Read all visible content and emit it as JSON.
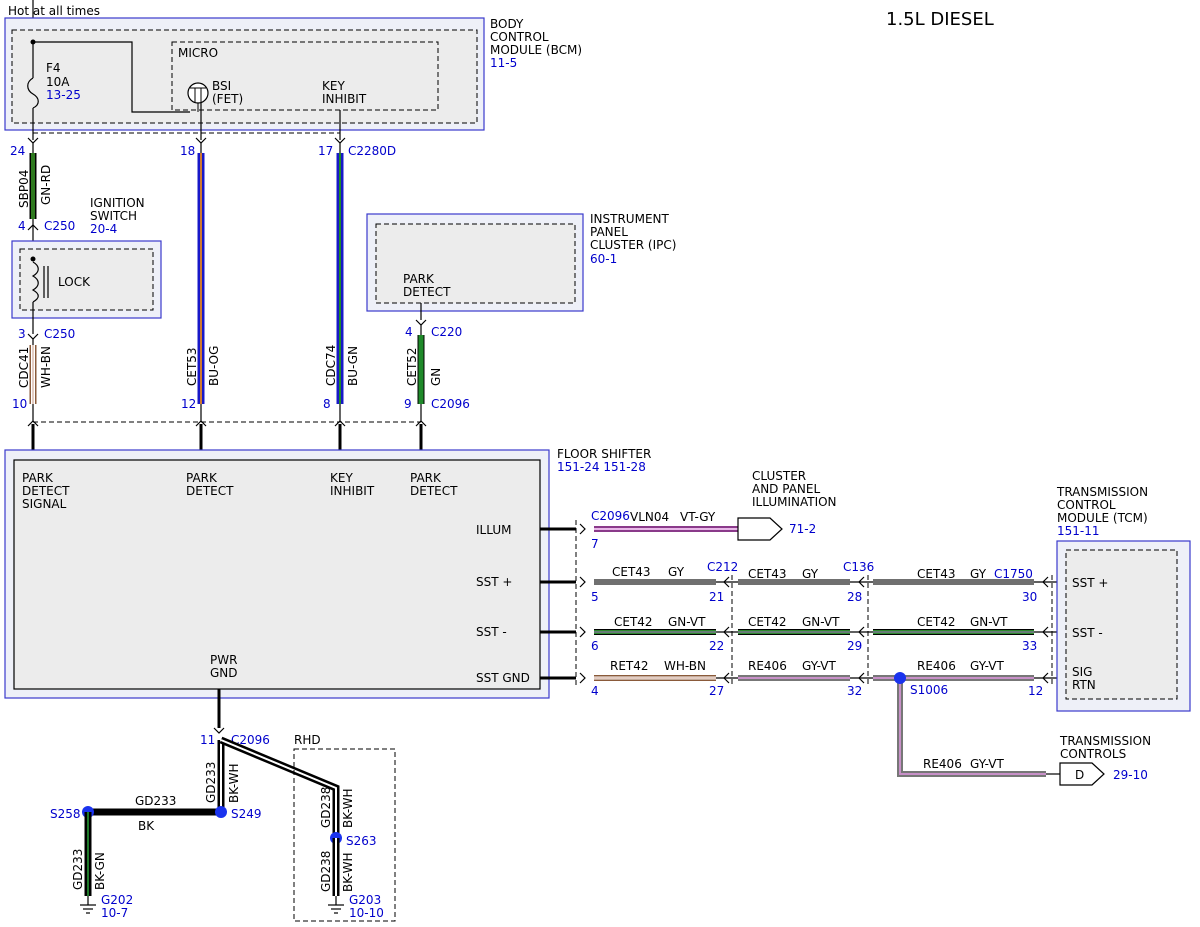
{
  "header": {
    "title": "1.5L DIESEL",
    "hot_label": "Hot at all times"
  },
  "bcm": {
    "name": [
      "BODY",
      "CONTROL",
      "MODULE (BCM)"
    ],
    "ref": "11-5",
    "micro": "MICRO",
    "bsi": [
      "BSI",
      "(FET)"
    ],
    "key_inhibit": [
      "KEY",
      "INHIBIT"
    ],
    "fuse": {
      "name": "F4",
      "rating": "10A",
      "ref": "13-25"
    }
  },
  "ignition": {
    "name": [
      "IGNITION",
      "SWITCH"
    ],
    "ref": "20-4",
    "lock": "LOCK"
  },
  "ipc": {
    "name": [
      "INSTRUMENT",
      "PANEL",
      "CLUSTER (IPC)"
    ],
    "ref": "60-1",
    "park": [
      "PARK",
      "DETECT"
    ]
  },
  "floor_shifter": {
    "name": "FLOOR SHIFTER",
    "refs": "151-24  151-28",
    "pins_top": [
      [
        "PARK",
        "DETECT",
        "SIGNAL"
      ],
      [
        "PARK",
        "DETECT"
      ],
      [
        "KEY",
        "INHIBIT"
      ],
      [
        "PARK",
        "DETECT"
      ]
    ],
    "pins_right": [
      "ILLUM",
      "SST +",
      "SST -",
      "SST GND"
    ],
    "pwr_gnd": [
      "PWR",
      "GND"
    ]
  },
  "tcm": {
    "name": [
      "TRANSMISSION",
      "CONTROL",
      "MODULE (TCM)"
    ],
    "ref": "151-11",
    "pins": [
      "SST +",
      "SST -"
    ],
    "sig_rtn": [
      "SIG",
      "RTN"
    ]
  },
  "cluster_illum": {
    "name": [
      "CLUSTER",
      "AND PANEL",
      "ILLUMINATION"
    ],
    "ref": "71-2"
  },
  "trans_controls": {
    "name": [
      "TRANSMISSION",
      "CONTROLS"
    ],
    "letter": "D",
    "ref": "29-10"
  },
  "vertical_wires": [
    {
      "circuit": "SBP04",
      "color": "GN-RD",
      "pin_top": "24",
      "pin_bottom": "4",
      "connector": "C250"
    },
    {
      "circuit": "CDC41",
      "color": "WH-BN",
      "pin_top": "3",
      "pin_top_connector": "C250",
      "pin_bottom": "10"
    },
    {
      "circuit": "CET53",
      "color": "BU-OG",
      "pin_top": "18",
      "pin_bottom": "12"
    },
    {
      "circuit": "CDC74",
      "color": "BU-GN",
      "pin_top": "17",
      "pin_top_connector": "C2280D",
      "pin_bottom": "8"
    },
    {
      "circuit": "CET52",
      "color": "GN",
      "pin_top": "4",
      "pin_top_connector": "C220",
      "pin_bottom": "9",
      "pin_bottom_connector": "C2096"
    }
  ],
  "illum_wire": {
    "connector": "C2096",
    "pin": "7",
    "circuit": "VLN04",
    "color": "VT-GY"
  },
  "sst_plus": {
    "seg1": {
      "circuit": "CET43",
      "color": "GY",
      "connector": "C212",
      "pin_left": "5",
      "pin_right": "21"
    },
    "seg2": {
      "circuit": "CET43",
      "color": "GY",
      "connector": "C136",
      "pin_right": "28"
    },
    "seg3": {
      "circuit": "CET43",
      "color": "GY",
      "connector": "C1750",
      "pin_right": "30"
    }
  },
  "sst_minus": {
    "seg1": {
      "circuit": "CET42",
      "color": "GN-VT",
      "pin_left": "6",
      "pin_right": "22"
    },
    "seg2": {
      "circuit": "CET42",
      "color": "GN-VT",
      "pin_right": "29"
    },
    "seg3": {
      "circuit": "CET42",
      "color": "GN-VT",
      "pin_right": "33"
    }
  },
  "sst_gnd": {
    "seg1": {
      "circuit": "RET42",
      "color": "WH-BN",
      "pin_left": "4",
      "pin_right": "27"
    },
    "seg2": {
      "circuit": "RE406",
      "color": "GY-VT",
      "pin_right": "32"
    },
    "seg3": {
      "circuit": "RE406",
      "color": "GY-VT",
      "pin_right": "12"
    },
    "splice": "S1006",
    "branch": {
      "circuit": "RE406",
      "color": "GY-VT"
    }
  },
  "ground": {
    "pin": "11",
    "connector": "C2096",
    "rhd": "RHD",
    "gd233_vertical": {
      "circuit": "GD233",
      "color": "BK-WH"
    },
    "gd233_horizontal": {
      "circuit": "GD233",
      "color": "BK"
    },
    "s249": "S249",
    "s258": "S258",
    "gd233_left": {
      "circuit": "GD233",
      "color": "BK-GN"
    },
    "g202": {
      "name": "G202",
      "ref": "10-7"
    },
    "gd238_top": {
      "circuit": "GD238",
      "color": "BK-WH"
    },
    "s263": "S263",
    "gd238_bottom": {
      "circuit": "GD238",
      "color": "BK-WH"
    },
    "g203": {
      "name": "G203",
      "ref": "10-10"
    }
  }
}
